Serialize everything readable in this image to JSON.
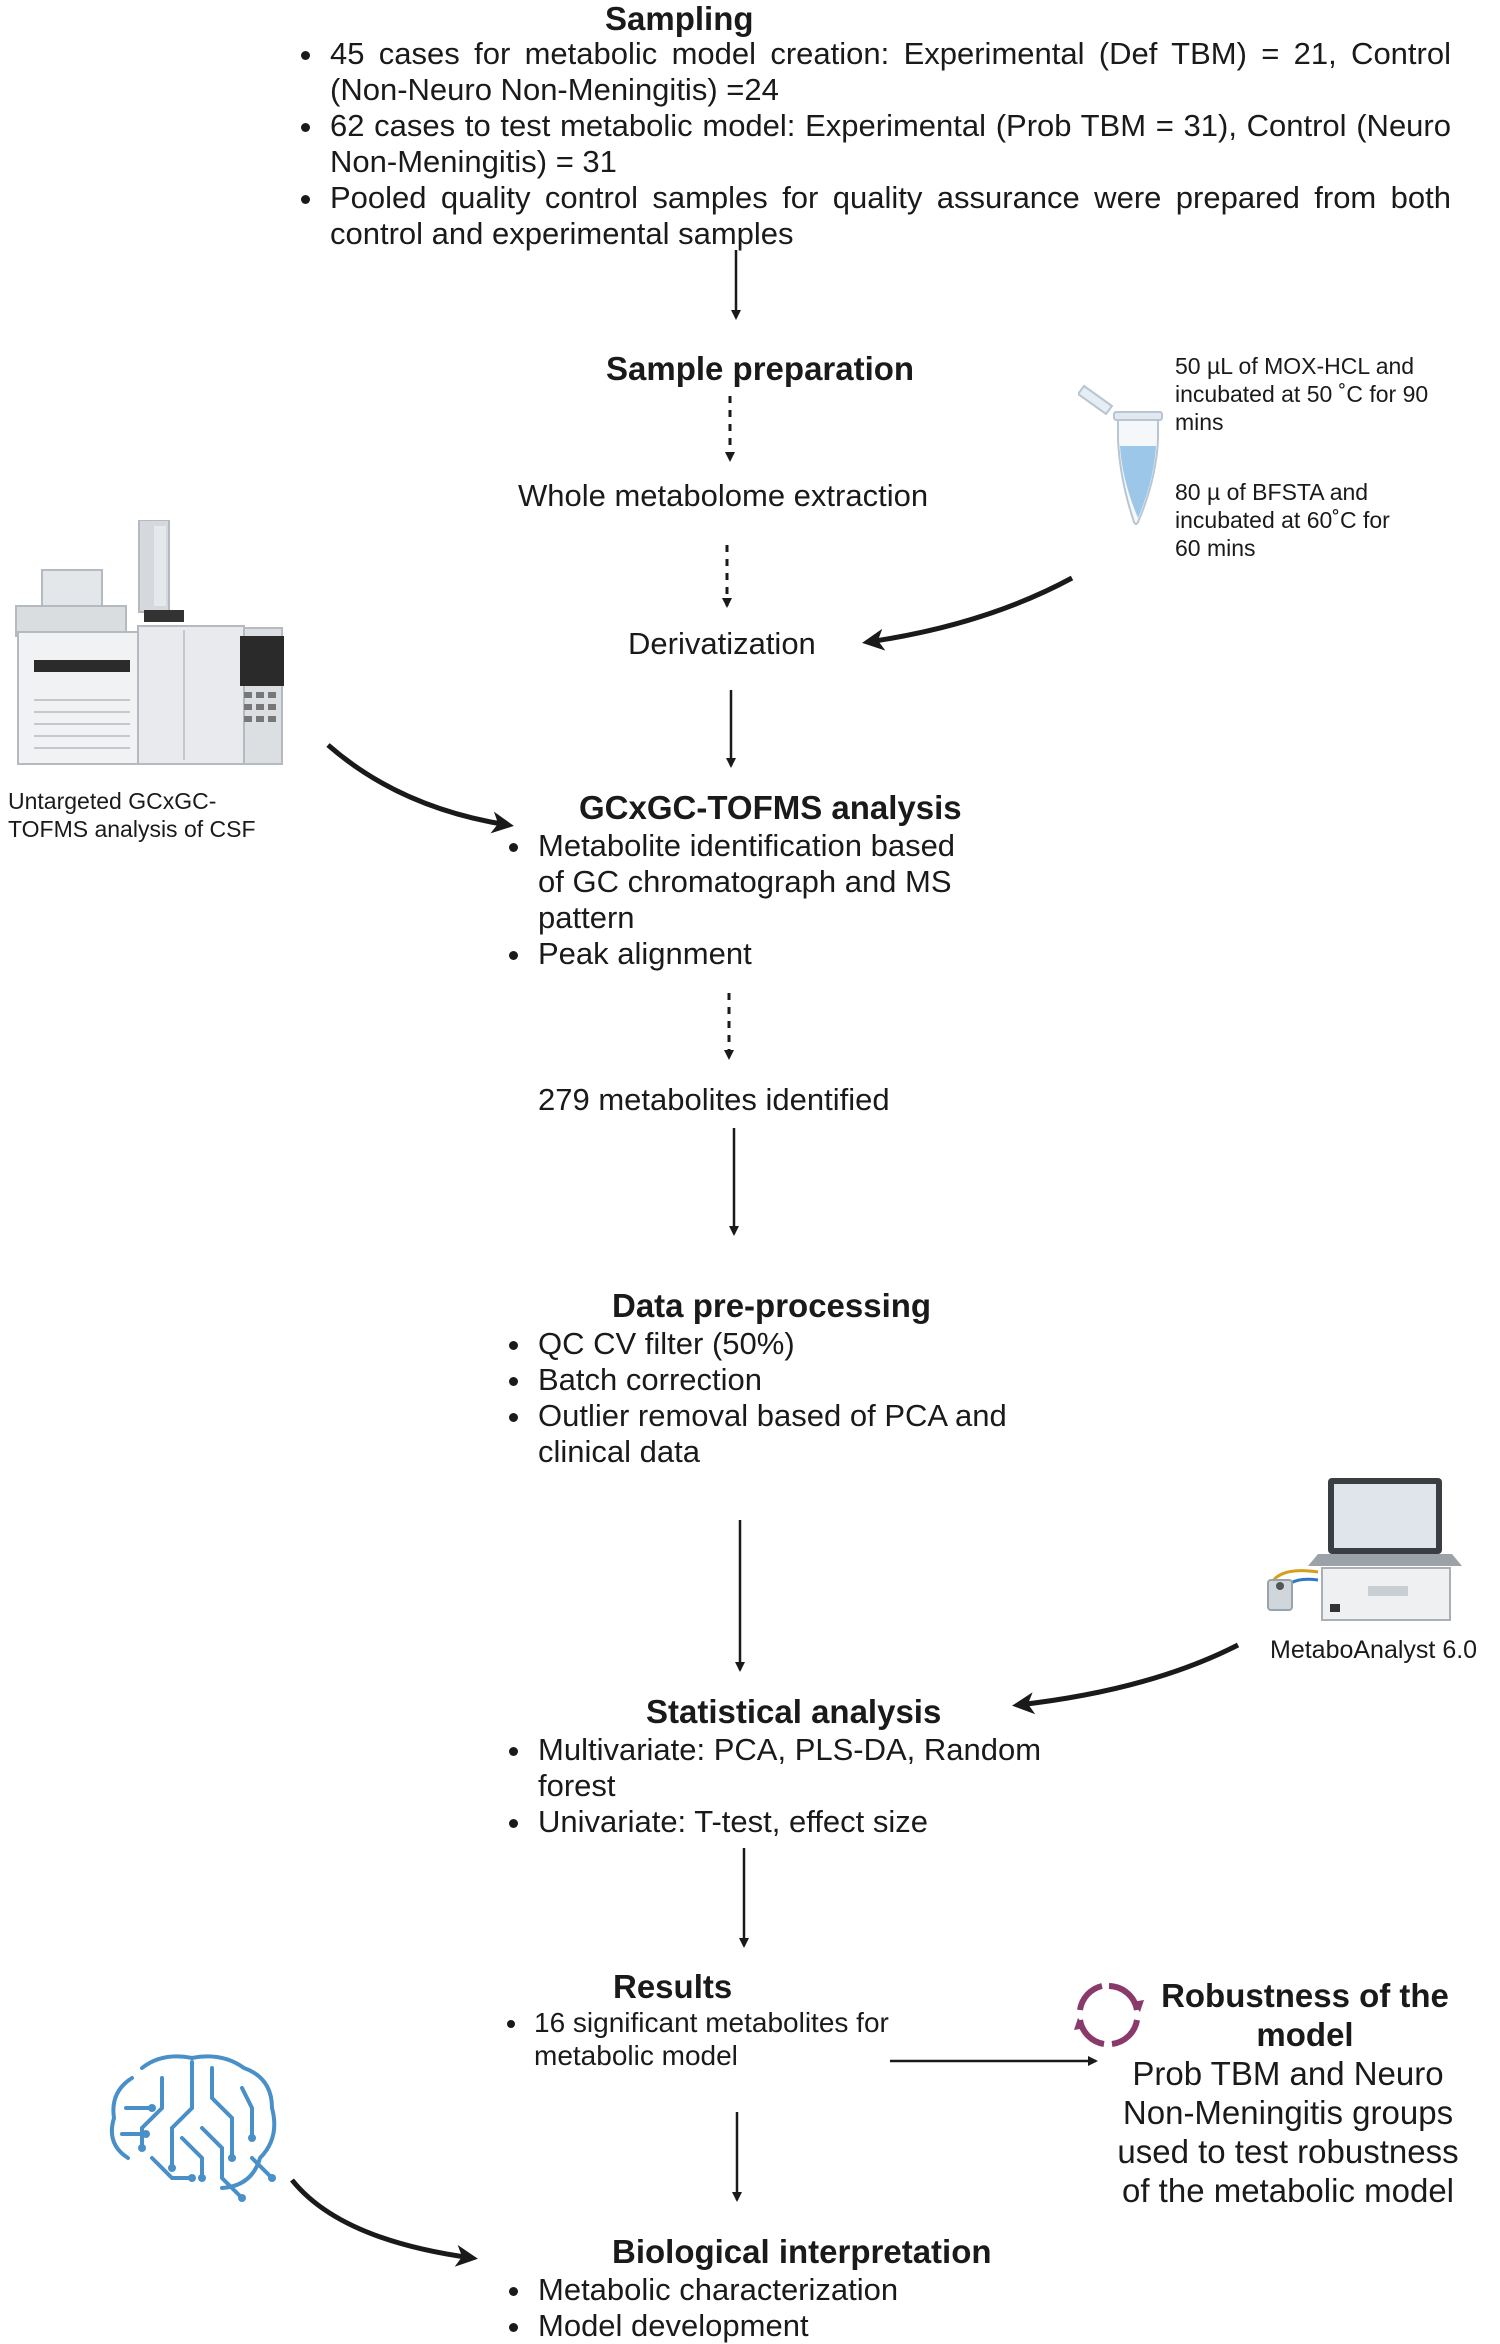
{
  "sampling": {
    "title": "Sampling",
    "items": [
      " 45 cases for metabolic model creation: Experimental (Def TBM) = 21, Control (Non-Neuro Non-Meningitis) =24",
      "62 cases to test metabolic model: Experimental (Prob TBM = 31), Control (Neuro Non-Meningitis) = 31",
      "Pooled quality control samples for quality assurance were prepared from both control and experimental samples"
    ]
  },
  "sample_prep": {
    "title": "Sample preparation",
    "extraction": "Whole metabolome extraction",
    "derivatization": "Derivatization",
    "reagent_1": "50 µL of MOX-HCL and incubated at 50 ˚C for 90 mins",
    "reagent_2": "80 µ of BFSTA and incubated at 60˚C for 60 mins"
  },
  "gcxgc": {
    "instrument_label": "Untargeted GCxGC-TOFMS analysis of CSF",
    "title": "GCxGC-TOFMS analysis",
    "items": [
      "Metabolite identification based of  GC chromatograph and MS pattern",
      "Peak alignment"
    ],
    "identified": "279 metabolites identified"
  },
  "preprocessing": {
    "title": "Data pre-processing",
    "items": [
      "QC CV filter (50%)",
      "Batch correction",
      "Outlier removal based of PCA and clinical data"
    ]
  },
  "statistical": {
    "software_label": "MetaboAnalyst 6.0",
    "title": "Statistical analysis",
    "items": [
      "Multivariate: PCA, PLS-DA, Random forest",
      "Univariate: T-test, effect size"
    ]
  },
  "results": {
    "title": "Results",
    "items": [
      "16 significant metabolites for metabolic model"
    ]
  },
  "robustness": {
    "title": "Robustness of the model",
    "text": "Prob TBM and Neuro Non-Meningitis groups used to test robustness of the metabolic model"
  },
  "biological": {
    "title": "Biological interpretation",
    "items": [
      "Metabolic characterization",
      "Model development"
    ]
  },
  "colors": {
    "text": "#1a1a1a",
    "arrow": "#1a1a1a",
    "brain": "#4a90c8",
    "cycle": "#8a3a6a",
    "tube": "#9cc7e8"
  },
  "icons": [
    "gc-instrument-icon",
    "test-tube-icon",
    "laptop-instrument-icon",
    "brain-circuit-icon",
    "cycle-icon"
  ]
}
